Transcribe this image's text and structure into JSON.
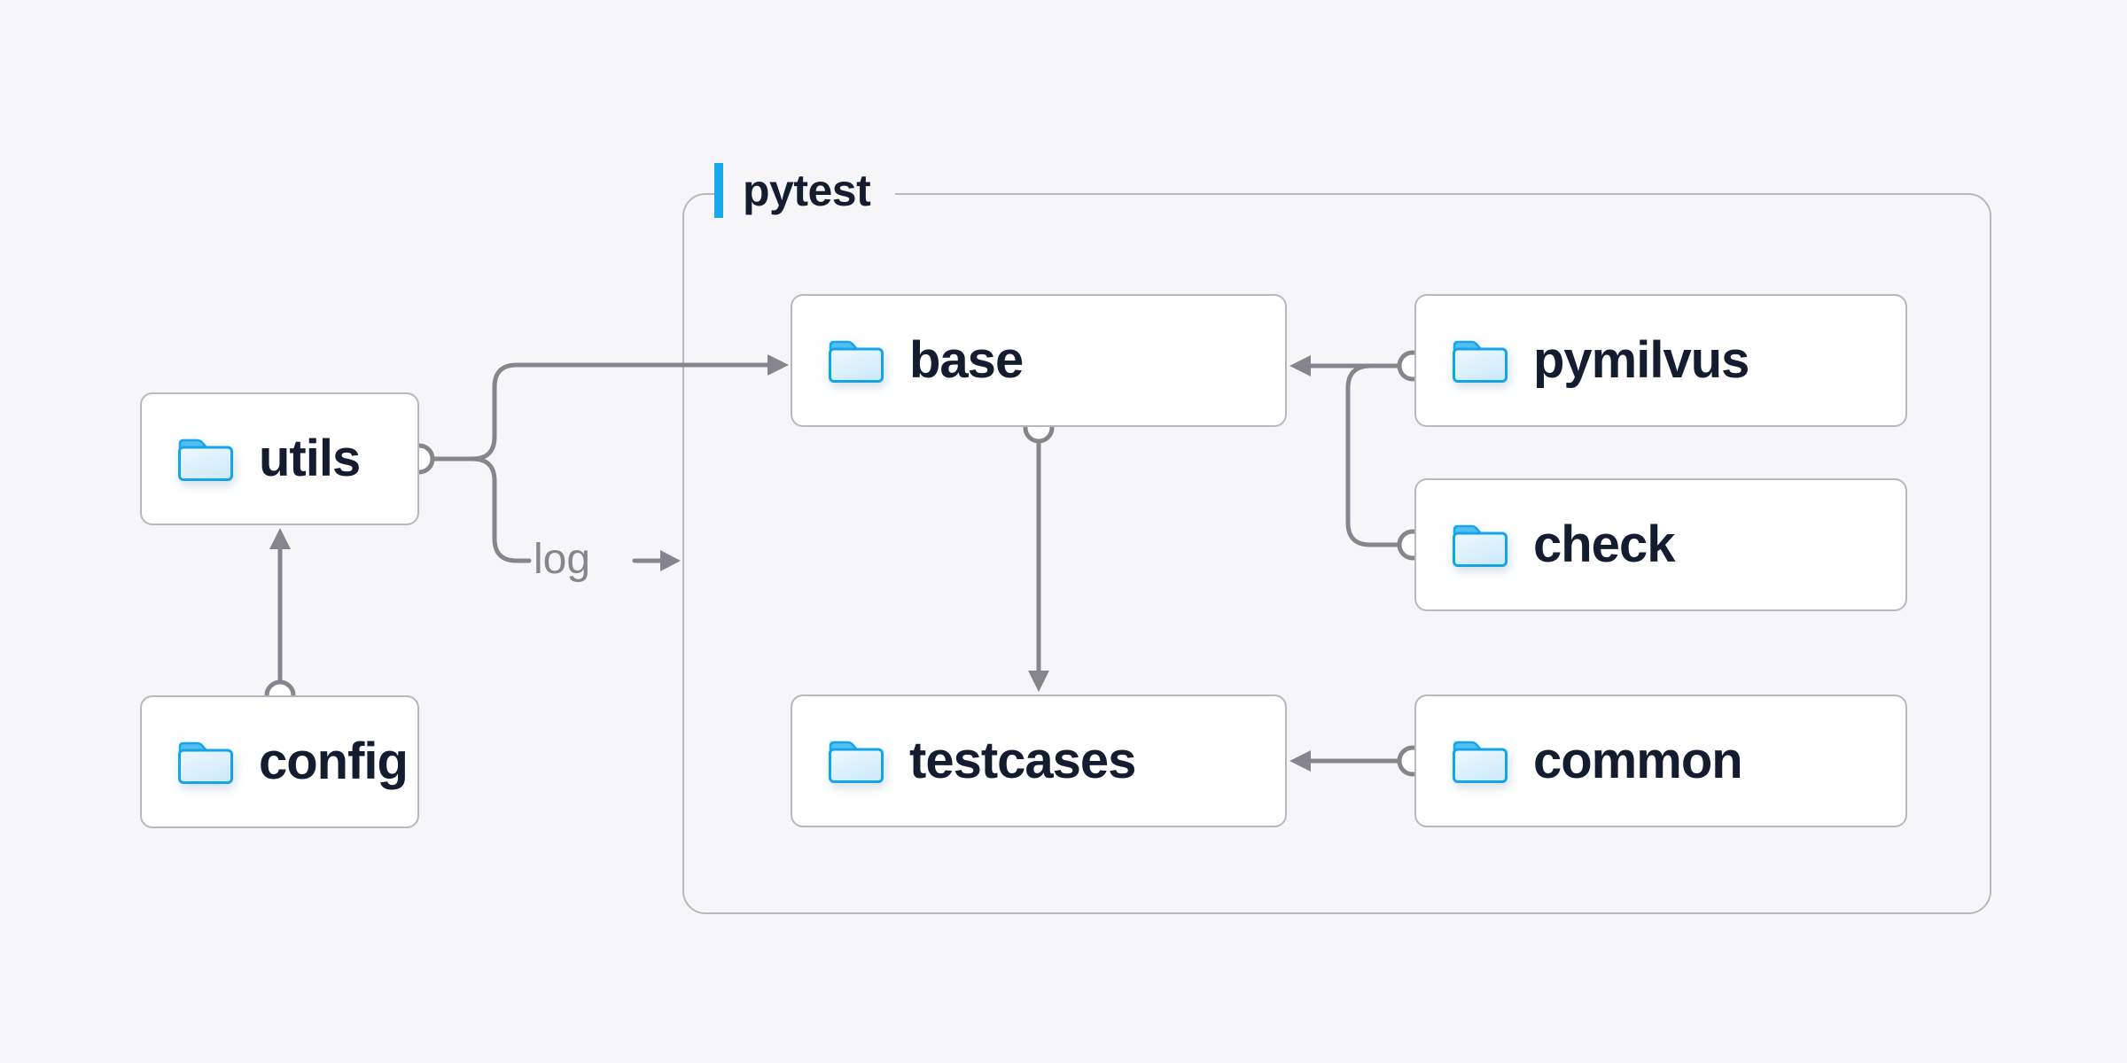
{
  "diagram": {
    "type": "folder-structure",
    "description": "pytest project directory dependency diagram"
  },
  "container": {
    "label": "pytest"
  },
  "nodes": [
    {
      "id": "utils",
      "label": "utils",
      "icon": "folder-icon"
    },
    {
      "id": "config",
      "label": "config",
      "icon": "folder-icon"
    },
    {
      "id": "base",
      "label": "base",
      "icon": "folder-icon"
    },
    {
      "id": "testcases",
      "label": "testcases",
      "icon": "folder-icon"
    },
    {
      "id": "pymilvus",
      "label": "pymilvus",
      "icon": "folder-icon"
    },
    {
      "id": "check",
      "label": "check",
      "icon": "folder-icon"
    },
    {
      "id": "common",
      "label": "common",
      "icon": "folder-icon"
    }
  ],
  "edges": [
    {
      "from": "config",
      "to": "utils"
    },
    {
      "from": "utils",
      "to": "base"
    },
    {
      "from": "utils",
      "to": "pytest-container",
      "label": "log"
    },
    {
      "from": "pymilvus",
      "to": "base"
    },
    {
      "from": "check",
      "to": "base"
    },
    {
      "from": "base",
      "to": "testcases"
    },
    {
      "from": "common",
      "to": "testcases"
    }
  ],
  "colors": {
    "background": "#f6f6f8",
    "node_background": "#ffffff",
    "border": "#b7b7c0",
    "line": "#85858e",
    "label_text": "#141c2f",
    "log_text": "#85858e",
    "accent_blue": "#18a9ec",
    "folder_blue": "#16a4e9"
  }
}
